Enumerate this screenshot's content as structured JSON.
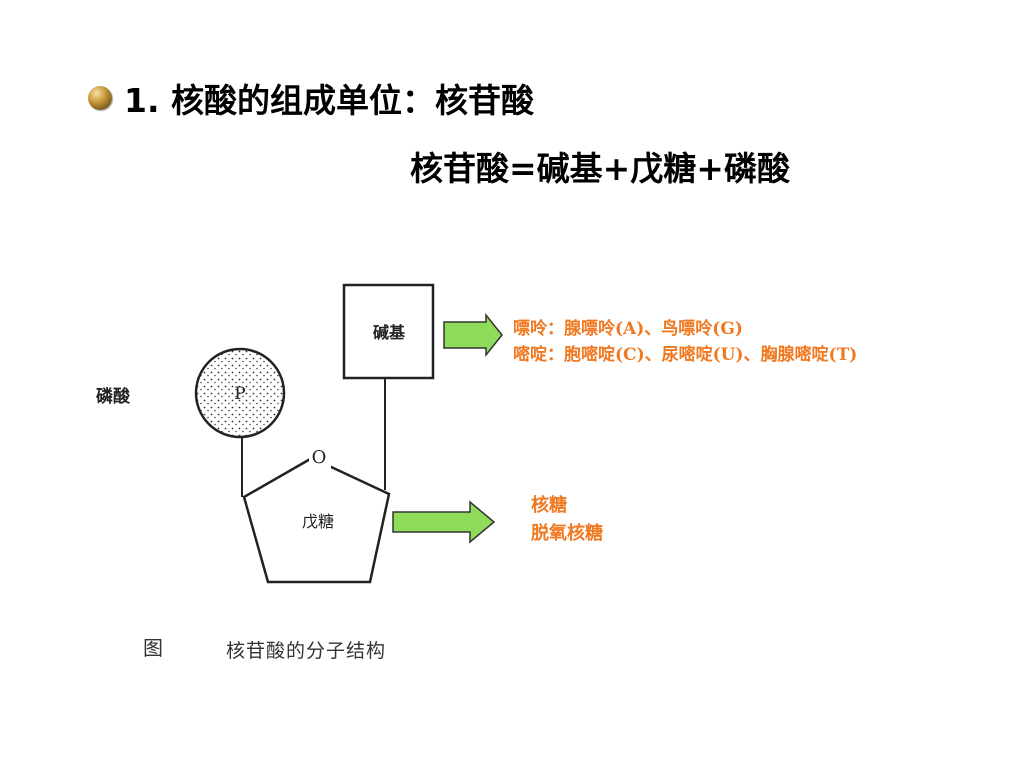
{
  "title": {
    "line1": "1. 核酸的组成单位：核苷酸",
    "line2": "核苷酸=碱基+戊糖+磷酸"
  },
  "diagram": {
    "phosphate_label": "磷酸",
    "phosphate_symbol": "P",
    "base_box_label": "碱基",
    "oxygen_label": "O",
    "sugar_label": "戊糖",
    "figure_prefix": "图",
    "figure_caption": "核苷酸的分子结构"
  },
  "base_info": {
    "purine": "嘌呤：腺嘌呤(A)、鸟嘌呤(G)",
    "pyrimidine": "嘧啶：胞嘧啶(C)、尿嘧啶(U)、胸腺嘧啶(T)"
  },
  "sugar_info": {
    "ribose": "核糖",
    "deoxyribose": "脱氧核糖"
  },
  "colors": {
    "accent_text": "#f07820",
    "arrow_fill": "#8fdc5a",
    "arrow_stroke": "#333333"
  }
}
